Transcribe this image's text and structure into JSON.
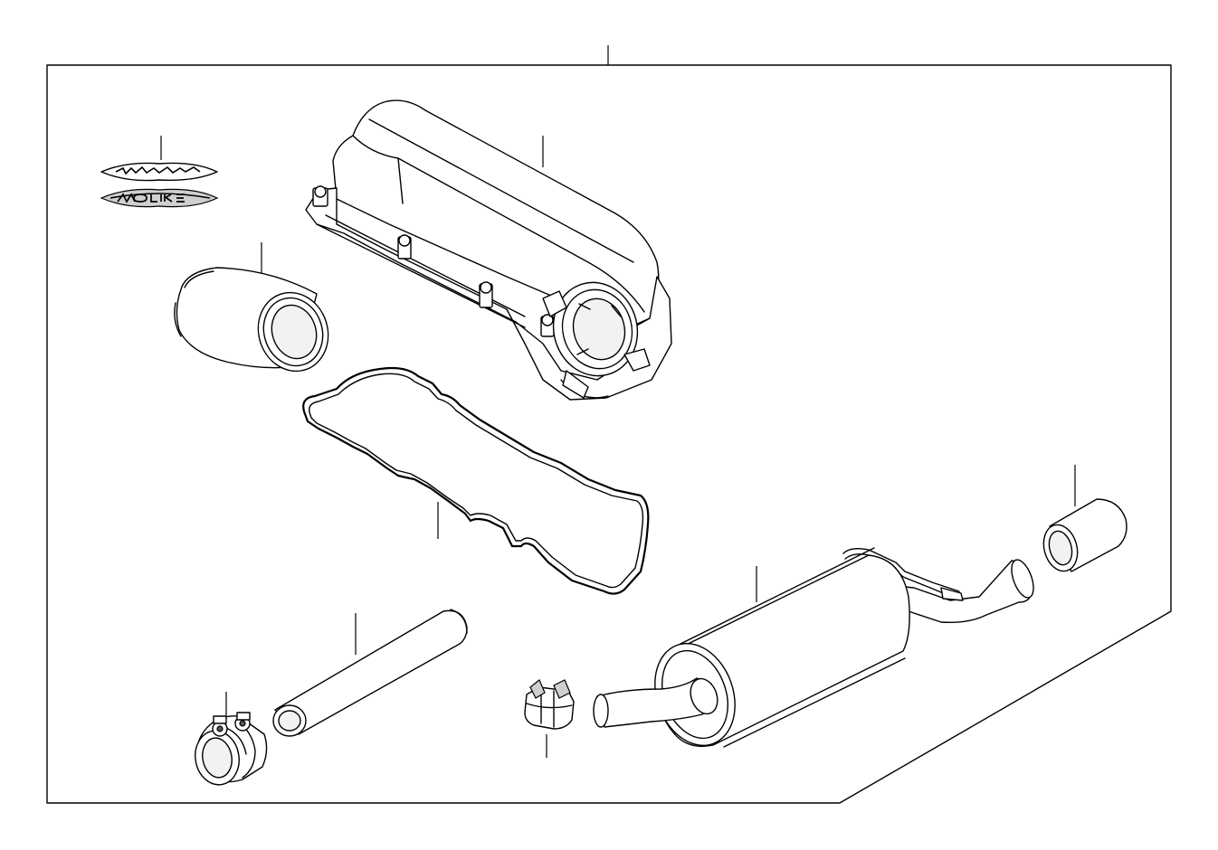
{
  "diagram": {
    "background": "#ffffff",
    "line_color": "#000000",
    "parts": [
      {
        "id": "emblem-labels",
        "label": ""
      },
      {
        "id": "air-filter-cartridge",
        "label": ""
      },
      {
        "id": "intake-silencer-housing",
        "label": ""
      },
      {
        "id": "housing-gasket",
        "label": ""
      },
      {
        "id": "connecting-pipe",
        "label": ""
      },
      {
        "id": "exhaust-clamp-large",
        "label": ""
      },
      {
        "id": "exhaust-clamp-small",
        "label": ""
      },
      {
        "id": "rear-silencer",
        "label": ""
      },
      {
        "id": "pipe-sleeve",
        "label": ""
      }
    ],
    "emblem_text_top": "",
    "emblem_text_bottom": ""
  }
}
